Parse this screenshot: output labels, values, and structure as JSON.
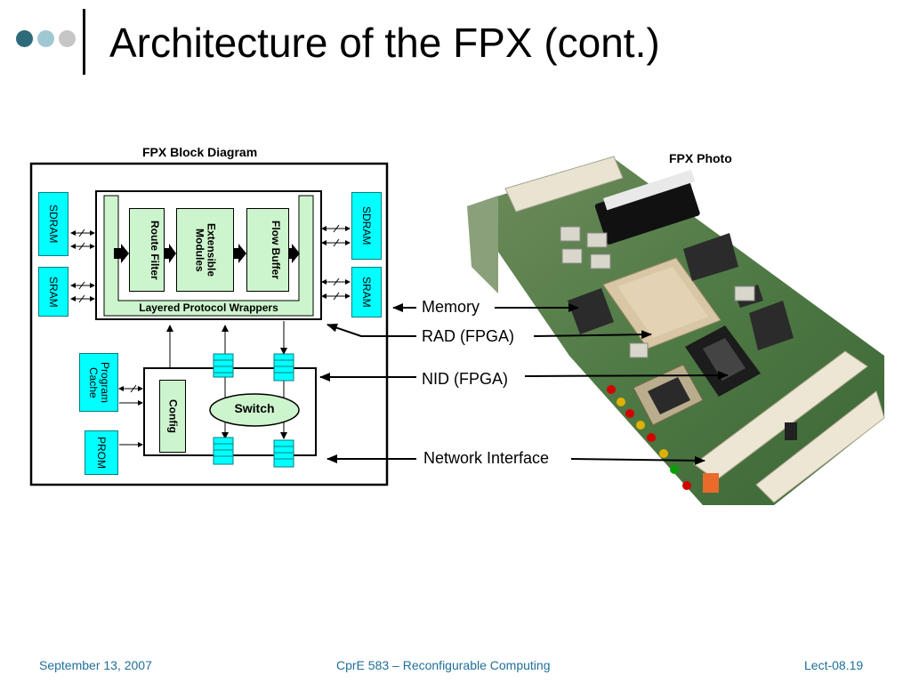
{
  "slide": {
    "title": "Architecture of the FPX (cont.)"
  },
  "block_diagram": {
    "title": "FPX Block Diagram",
    "left_memories": [
      "SDRAM",
      "SRAM"
    ],
    "right_memories": [
      "SDRAM",
      "SRAM"
    ],
    "modules": [
      "Route Filter",
      "Extensible Modules",
      "Flow Buffer"
    ],
    "wrapper_label": "Layered Protocol Wrappers",
    "program_cache": "Program Cache",
    "prom": "PROM",
    "config": "Config",
    "switch": "Switch"
  },
  "photo": {
    "title": "FPX Photo",
    "labels": [
      "Memory",
      "RAD (FPGA)",
      "NID (FPGA)",
      "Network Interface"
    ]
  },
  "footer": {
    "date": "September 13, 2007",
    "course": "CprE 583 – Reconfigurable Computing",
    "lecture": "Lect-08.19"
  },
  "colors": {
    "dot1": "#2e6b7a",
    "dot2": "#9fc8d2",
    "dot3": "#c6c6c6",
    "cyan": "#00ffff",
    "module_green": "#cdf5cd",
    "footer_text": "#1f6f99"
  }
}
